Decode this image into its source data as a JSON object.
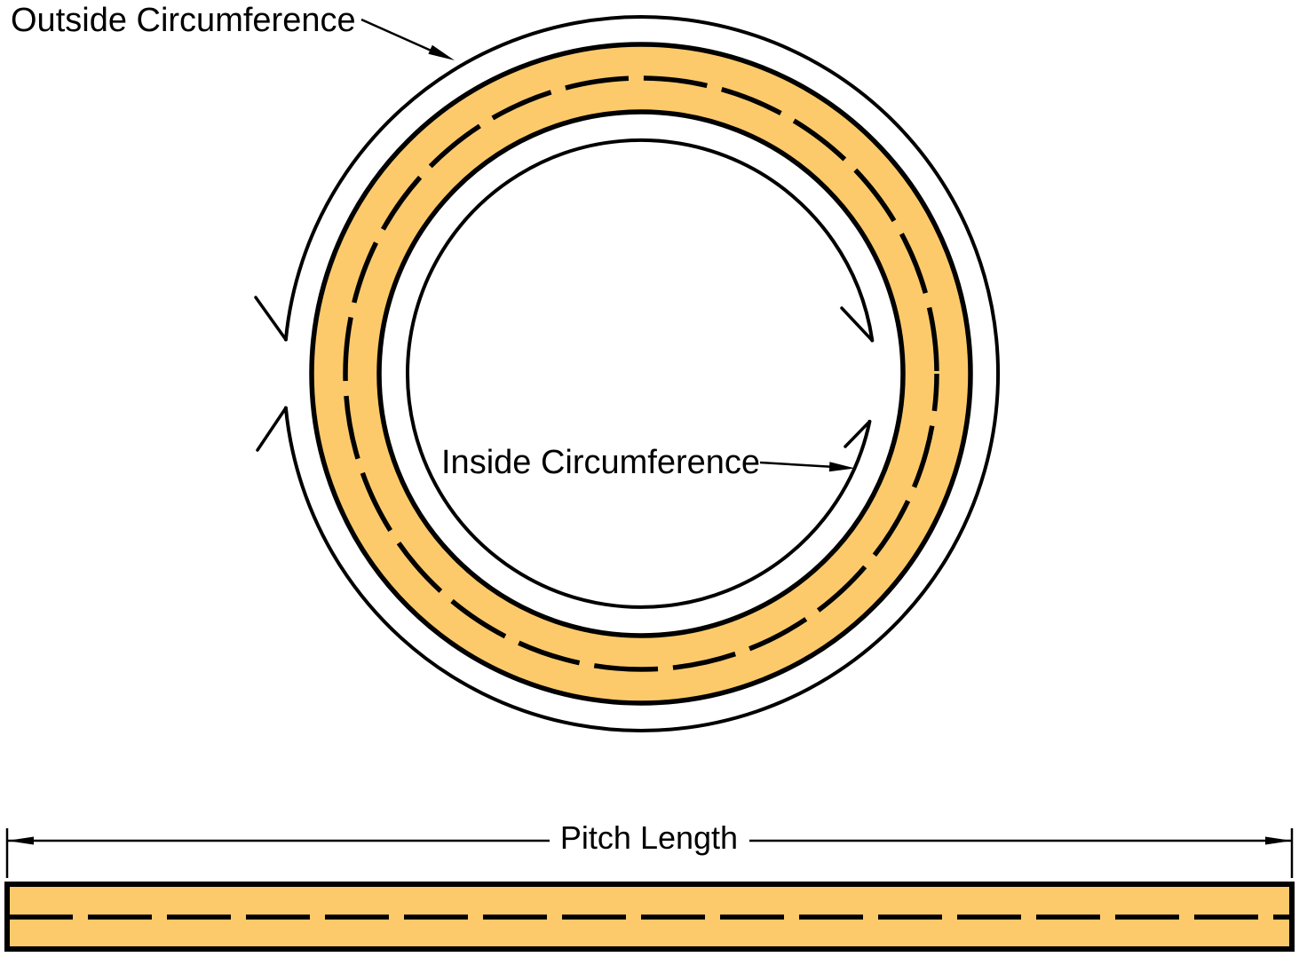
{
  "labels": {
    "outside_circumference": "Outside Circumference",
    "inside_circumference": "Inside Circumference",
    "pitch_length": "Pitch Length"
  },
  "colors": {
    "belt_fill": "#FCCA6B",
    "line": "#000000",
    "background": "#FFFFFF"
  }
}
